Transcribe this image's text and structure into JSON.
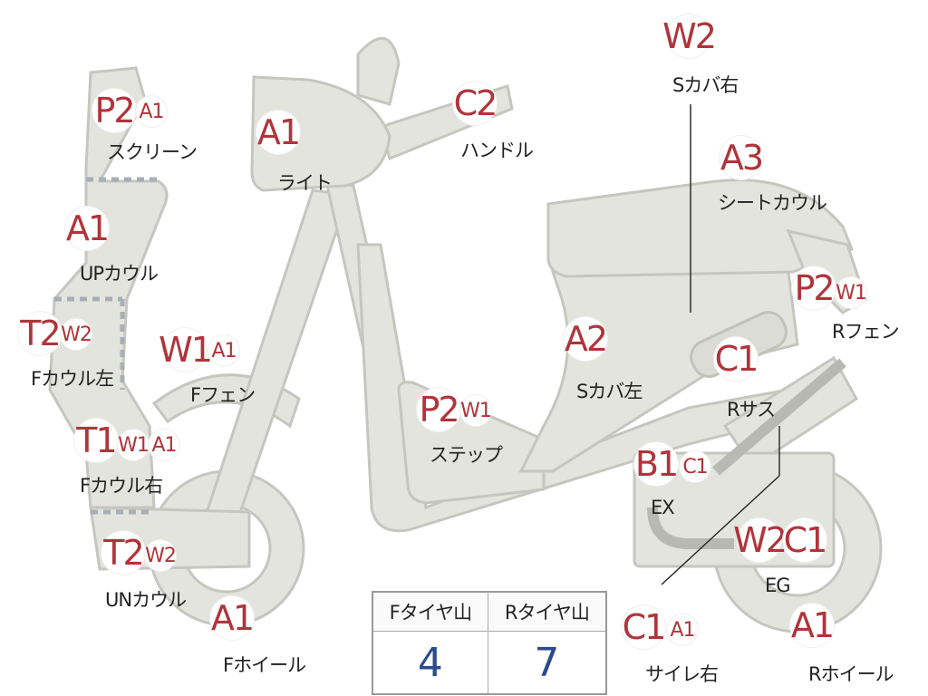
{
  "parts": [
    {
      "id": "screen",
      "label": "スクリーン",
      "codes": [
        "P2",
        "A1"
      ]
    },
    {
      "id": "light",
      "label": "ライト",
      "codes": [
        "A1"
      ]
    },
    {
      "id": "handle",
      "label": "ハンドル",
      "codes": [
        "C2"
      ]
    },
    {
      "id": "s-cover-right",
      "label": "Sカバ右",
      "codes": [
        "W2"
      ]
    },
    {
      "id": "seat-cowl",
      "label": "シートカウル",
      "codes": [
        "A3"
      ]
    },
    {
      "id": "up-cowl",
      "label": "UPカウル",
      "codes": [
        "A1"
      ]
    },
    {
      "id": "f-cowl-left",
      "label": "Fカウル左",
      "codes": [
        "T2",
        "W2"
      ]
    },
    {
      "id": "f-fender",
      "label": "Fフェン",
      "codes": [
        "W1",
        "A1"
      ]
    },
    {
      "id": "r-fender",
      "label": "Rフェン",
      "codes": [
        "P2",
        "W1"
      ]
    },
    {
      "id": "s-cover-left",
      "label": "Sカバ左",
      "codes": [
        "A2"
      ]
    },
    {
      "id": "r-sus",
      "label": "Rサス",
      "codes": [
        "C1"
      ]
    },
    {
      "id": "step",
      "label": "ステップ",
      "codes": [
        "P2",
        "W1"
      ]
    },
    {
      "id": "f-cowl-right",
      "label": "Fカウル右",
      "codes": [
        "T1",
        "W1",
        "A1"
      ]
    },
    {
      "id": "ex",
      "label": "EX",
      "codes": [
        "B1",
        "C1"
      ]
    },
    {
      "id": "un-cowl",
      "label": "UNカウル",
      "codes": [
        "T2",
        "W2"
      ]
    },
    {
      "id": "eg",
      "label": "EG",
      "codes": [
        "W2",
        "C1"
      ]
    },
    {
      "id": "f-wheel",
      "label": "Fホイール",
      "codes": [
        "A1"
      ]
    },
    {
      "id": "muffler-right",
      "label": "サイレ右",
      "codes": [
        "C1",
        "A1"
      ]
    },
    {
      "id": "r-wheel",
      "label": "Rホイール",
      "codes": [
        "A1"
      ]
    }
  ],
  "tread": {
    "front_header": "Fタイヤ山",
    "rear_header": "Rタイヤ山",
    "front_value": "4",
    "rear_value": "7"
  },
  "colors": {
    "code": "#b0343a",
    "value": "#2c4a8e",
    "body": "#e4e4df"
  }
}
